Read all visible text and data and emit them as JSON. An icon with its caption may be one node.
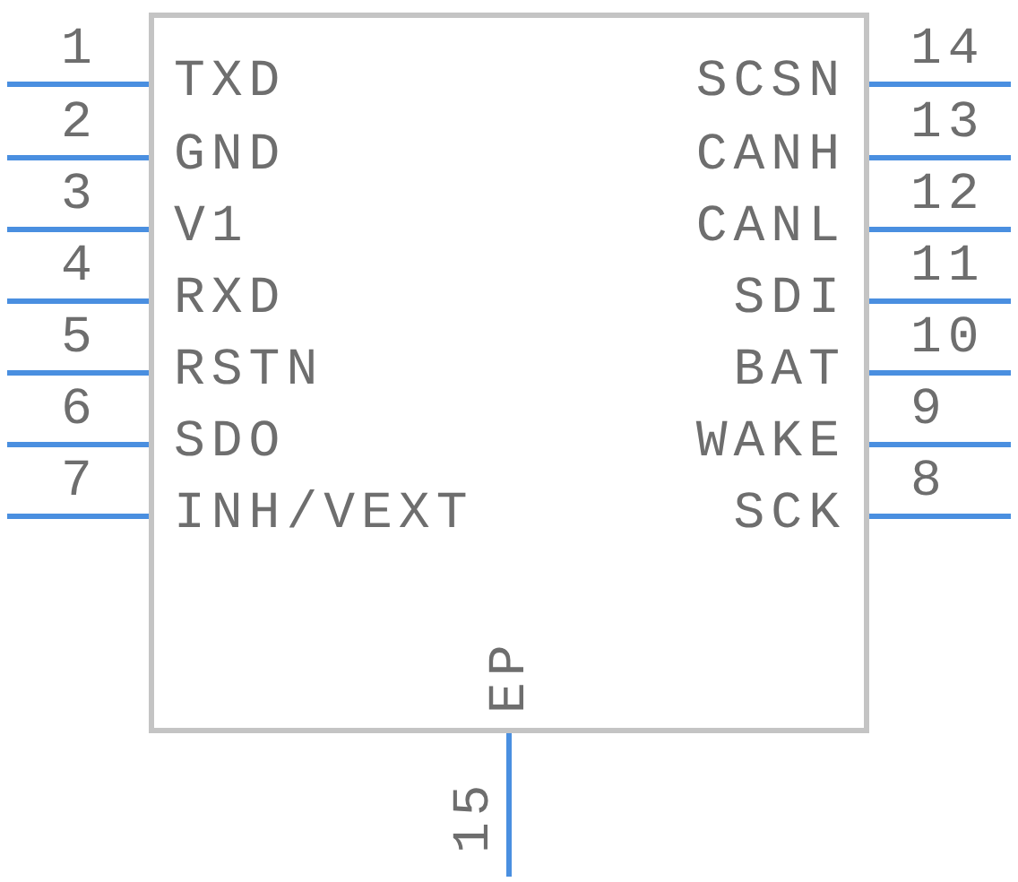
{
  "diagram": {
    "nodes": [
      {
        "text": [],
        "shape": "box"
      }
    ],
    "labels": [
      "1",
      "TXD",
      "2",
      "GND",
      "3",
      "V1",
      "4",
      "RXD",
      "5",
      "RSTN",
      "6",
      "SDO",
      "7",
      "INH/VEXT",
      "14",
      "SCSN",
      "13",
      "CANH",
      "12",
      "CANL",
      "11",
      "SDI",
      "10",
      "BAT",
      "9",
      "WAKE",
      "8",
      "SCK",
      "15",
      "EP"
    ]
  }
}
